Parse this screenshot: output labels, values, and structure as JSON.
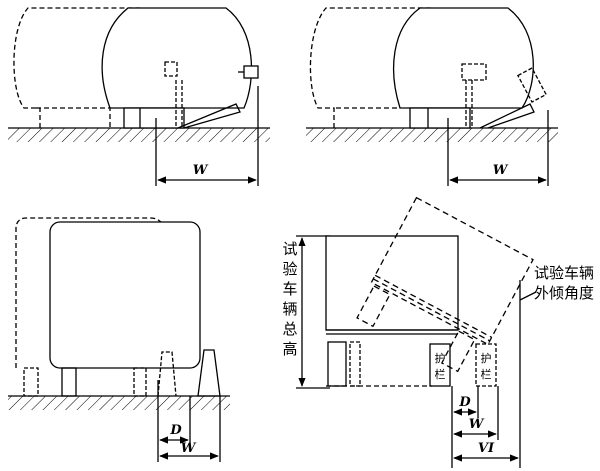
{
  "labels": {
    "w": "W",
    "d": "D",
    "vi": "VI",
    "vertical": [
      "试",
      "验",
      "车",
      "辆",
      "总",
      "高"
    ],
    "tilt_line1": "试验车辆",
    "tilt_line2": "外倾角度",
    "guard": [
      "护",
      "栏"
    ]
  },
  "colors": {
    "ink": "#000000",
    "paper": "#ffffff"
  }
}
